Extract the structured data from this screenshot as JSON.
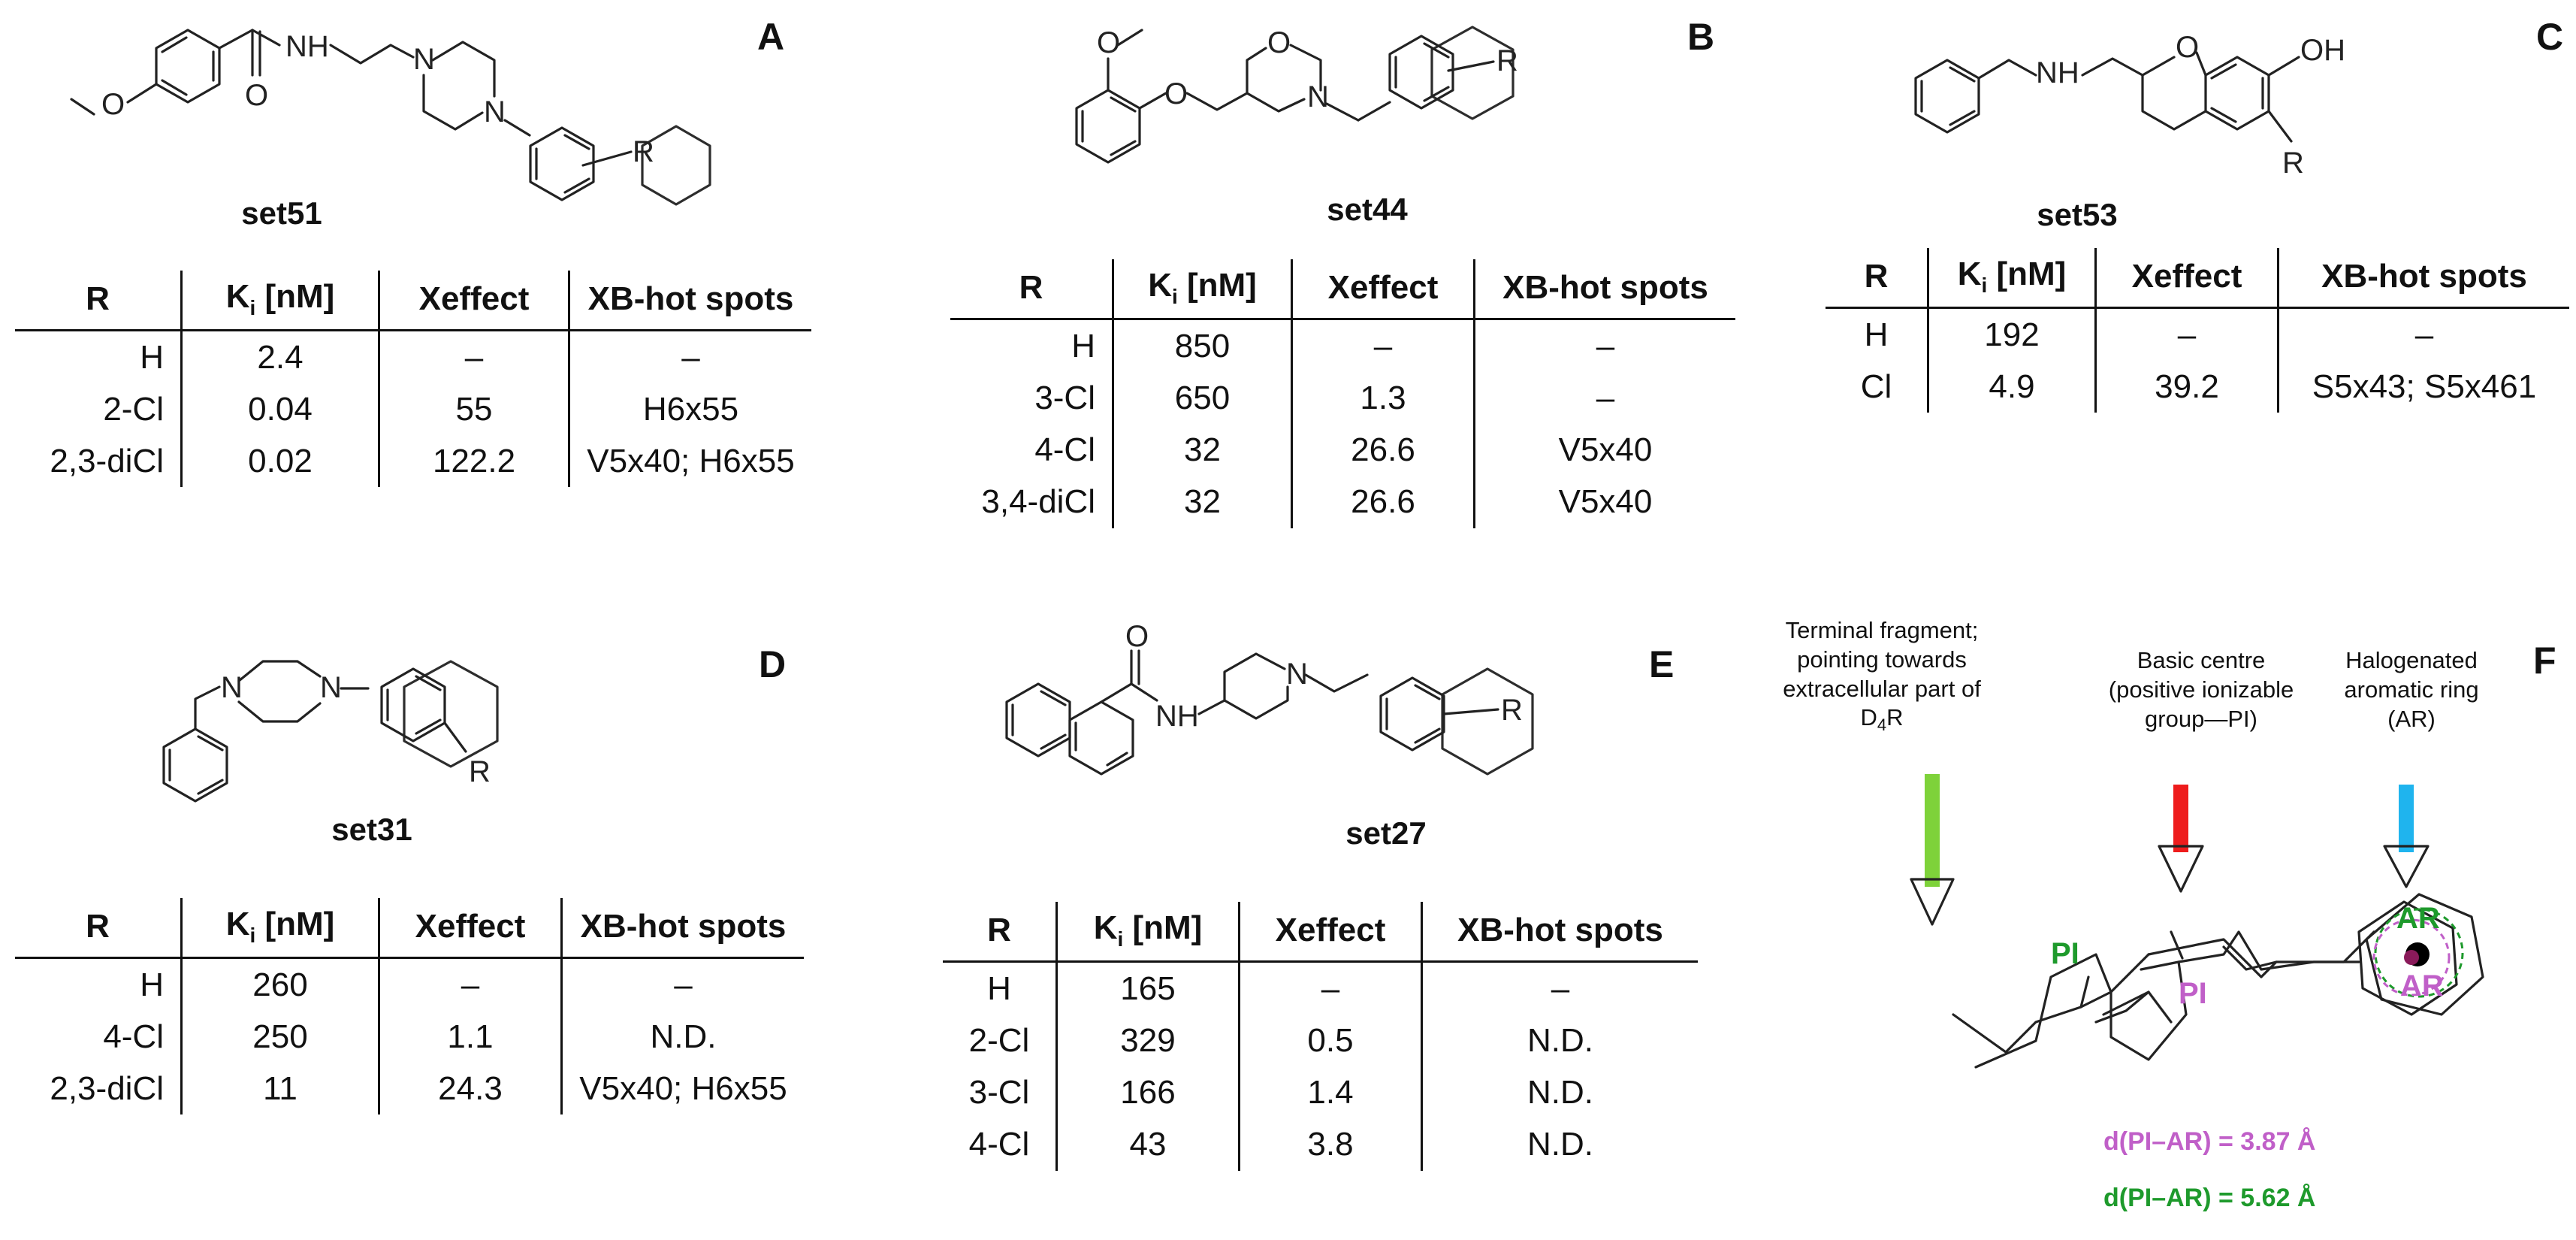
{
  "panels": {
    "A": {
      "letter": "A",
      "set": "set51",
      "headers": [
        "R",
        "Ki [nM]",
        "Xeffect",
        "XB-hot spots"
      ],
      "rows": [
        [
          "H",
          "2.4",
          "–",
          "–"
        ],
        [
          "2-Cl",
          "0.04",
          "55",
          "H6x55"
        ],
        [
          "2,3-diCl",
          "0.02",
          "122.2",
          "V5x40; H6x55"
        ]
      ]
    },
    "B": {
      "letter": "B",
      "set": "set44",
      "headers": [
        "R",
        "Ki [nM]",
        "Xeffect",
        "XB-hot spots"
      ],
      "rows": [
        [
          "H",
          "850",
          "–",
          "–"
        ],
        [
          "3-Cl",
          "650",
          "1.3",
          "–"
        ],
        [
          "4-Cl",
          "32",
          "26.6",
          "V5x40"
        ],
        [
          "3,4-diCl",
          "32",
          "26.6",
          "V5x40"
        ]
      ]
    },
    "C": {
      "letter": "C",
      "set": "set53",
      "headers": [
        "R",
        "Ki [nM]",
        "Xeffect",
        "XB-hot spots"
      ],
      "rows": [
        [
          "H",
          "192",
          "–",
          "–"
        ],
        [
          "Cl",
          "4.9",
          "39.2",
          "S5x43; S5x461"
        ]
      ]
    },
    "D": {
      "letter": "D",
      "set": "set31",
      "headers": [
        "R",
        "Ki [nM]",
        "Xeffect",
        "XB-hot spots"
      ],
      "rows": [
        [
          "H",
          "260",
          "–",
          "–"
        ],
        [
          "4-Cl",
          "250",
          "1.1",
          "N.D."
        ],
        [
          "2,3-diCl",
          "11",
          "24.3",
          "V5x40; H6x55"
        ]
      ]
    },
    "E": {
      "letter": "E",
      "set": "set27",
      "headers": [
        "R",
        "Ki [nM]",
        "Xeffect",
        "XB-hot spots"
      ],
      "rows": [
        [
          "H",
          "165",
          "–",
          "–"
        ],
        [
          "2-Cl",
          "329",
          "0.5",
          "N.D."
        ],
        [
          "3-Cl",
          "166",
          "1.4",
          "N.D."
        ],
        [
          "4-Cl",
          "43",
          "3.8",
          "N.D."
        ]
      ]
    },
    "F": {
      "letter": "F",
      "labels": {
        "terminal": [
          "Terminal fragment;",
          "pointing towards",
          "extracellular part of",
          "D4R"
        ],
        "basic": [
          "Basic centre",
          "(positive ionizable",
          "group—PI)"
        ],
        "aromatic": [
          "Halogenated",
          "aromatic ring",
          "(AR)"
        ]
      },
      "marker_pi": "PI",
      "marker_ar": "AR",
      "dist_magenta": "d(PI–AR) = 3.87 Å",
      "dist_green": "d(PI–AR) = 5.62 Å",
      "colors": {
        "magenta": "#c05fc8",
        "green": "#1e9a2c",
        "arrow_green": "#7ed23a",
        "arrow_red": "#ee1c1c",
        "arrow_blue": "#1fb4ee",
        "nitrogen": "#3f50d8"
      }
    }
  },
  "atoms": {
    "R": "R",
    "NH": "NH",
    "N": "N",
    "O": "O",
    "OH": "OH"
  }
}
